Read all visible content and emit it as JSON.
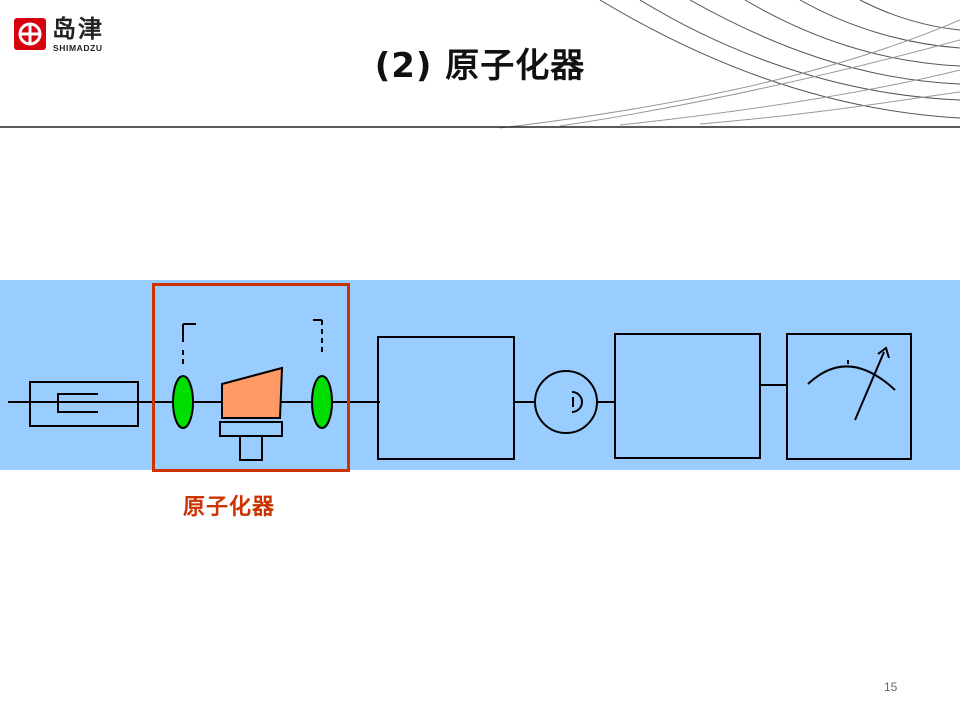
{
  "brand": {
    "name_cn": "岛津",
    "name_en": "SHIMADZU",
    "logo_icon": "shimadzu-cross-circle-icon",
    "logo_color": "#d7000f"
  },
  "slide": {
    "title": "(2)  原子化器",
    "page_number": "15"
  },
  "diagram": {
    "background_color": "#99ccff",
    "highlight_color": "#cc3300",
    "atomizer_fill": "#ff9966",
    "lens_fill": "#00dd00",
    "stroke_color": "#000000",
    "highlight_caption": "原子化器",
    "components": [
      "hollow-cathode-lamp-icon",
      "lens-icon",
      "burner-atomizer-icon",
      "lens-icon",
      "monochromator-box",
      "detector-icon",
      "amplifier-box",
      "meter-readout-icon"
    ]
  }
}
